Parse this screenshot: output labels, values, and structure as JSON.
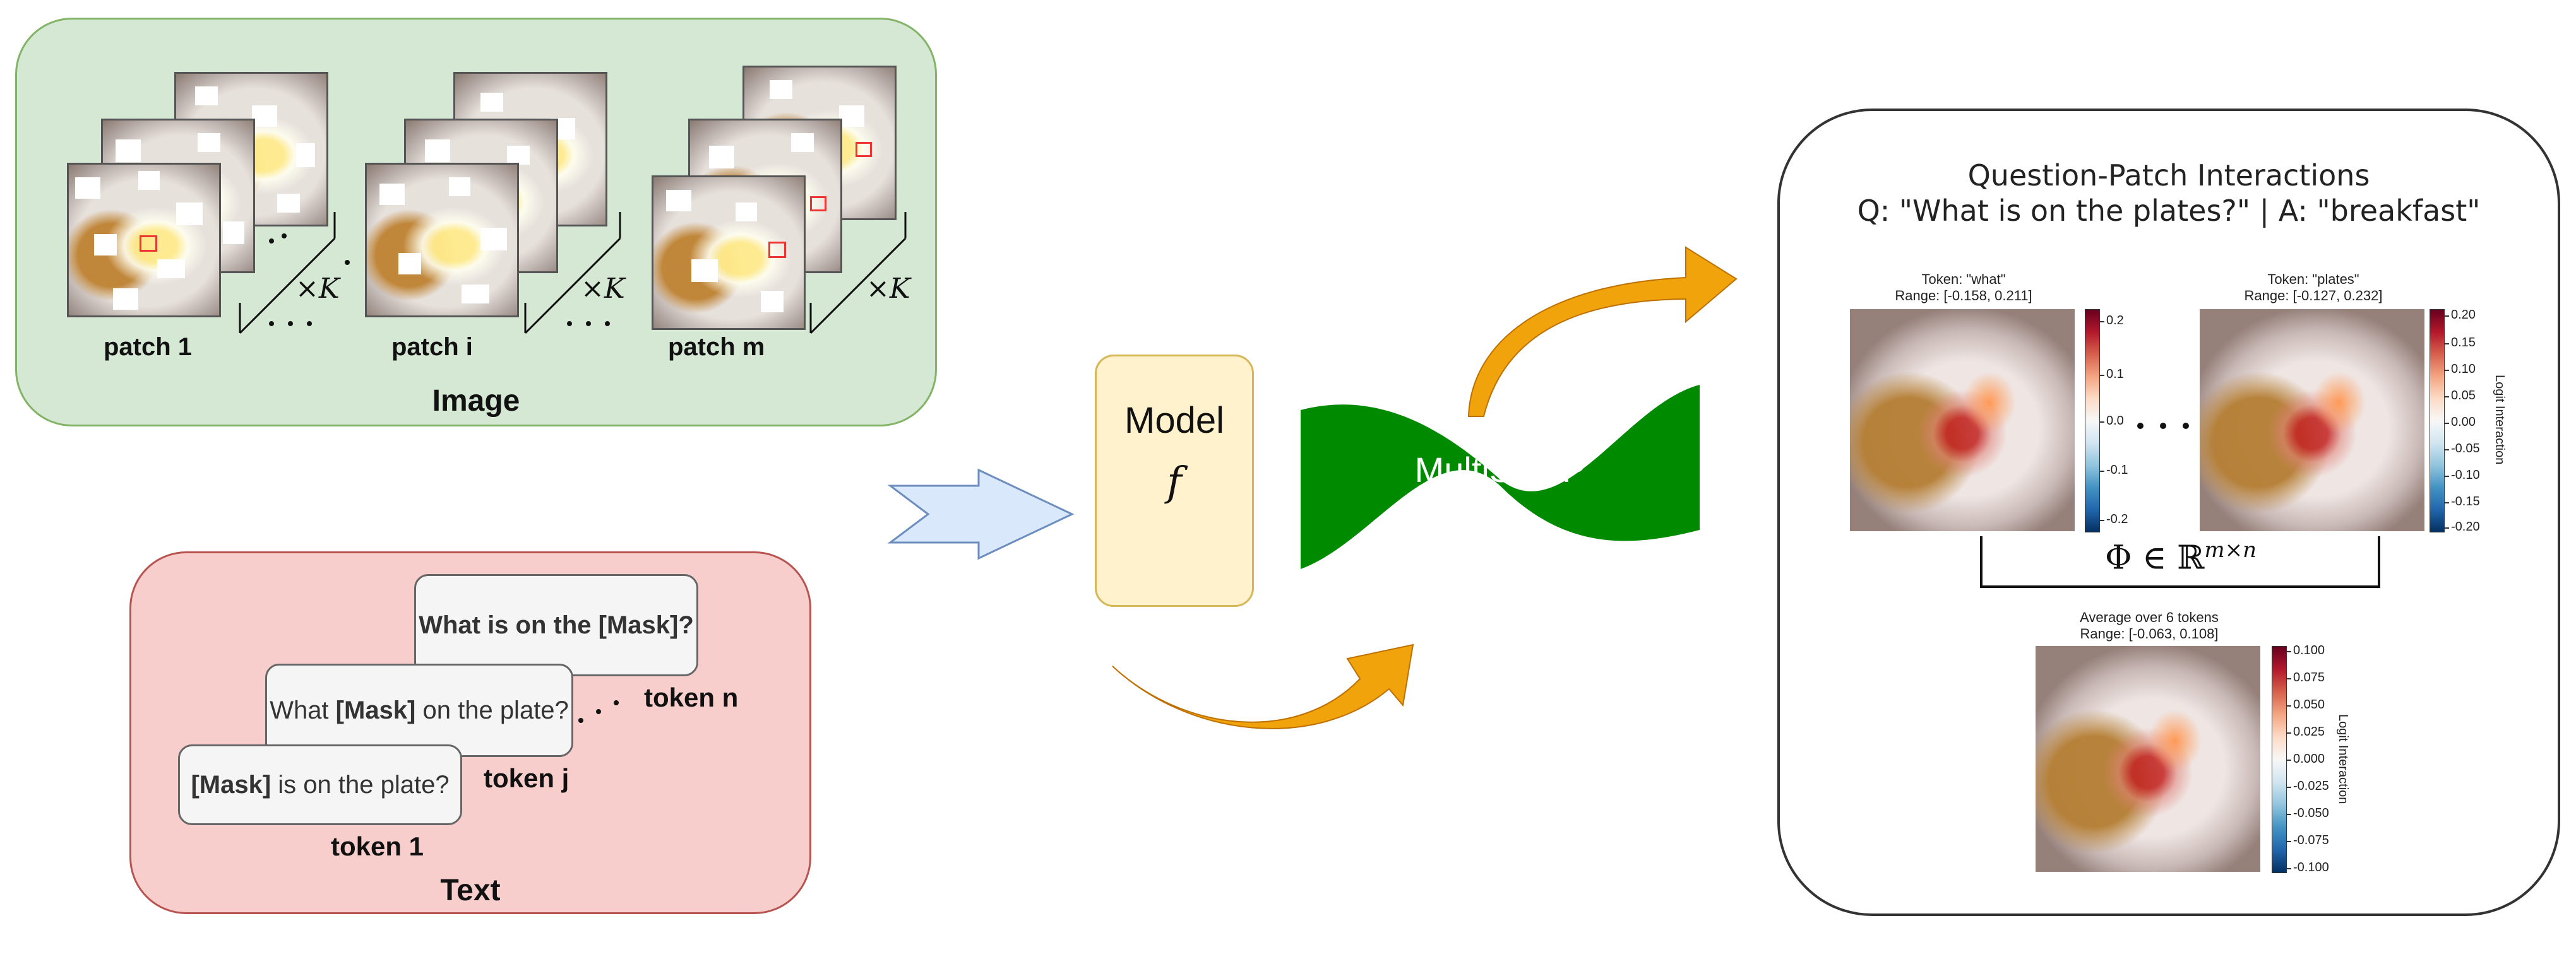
{
  "image_panel": {
    "title": "Image",
    "patches": [
      {
        "label": "patch 1"
      },
      {
        "label": "patch i"
      },
      {
        "label": "patch m"
      }
    ],
    "times_k": "×K"
  },
  "text_panel": {
    "title": "Text",
    "cards": [
      {
        "pre": "",
        "mask": "[Mask]",
        "post": " is on the plate?"
      },
      {
        "pre": "What ",
        "mask": "[Mask]",
        "post": " on the plate?"
      },
      {
        "pre": "What is on the ",
        "mask": "[Mask]",
        "post": "?"
      }
    ],
    "token_labels": [
      "token 1",
      "token j",
      "token n"
    ]
  },
  "model": {
    "title": "Model",
    "symbol": "f"
  },
  "multishap": {
    "label": "MultiSHAP"
  },
  "results": {
    "title_line1": "Question-Patch Interactions",
    "title_line2": "Q: \"What is on the plates?\" | A: \"breakfast\"",
    "maps": [
      {
        "token": "Token: \"what\"",
        "range": "Range: [-0.158, 0.211]",
        "ticks": [
          "0.2",
          "0.1",
          "0.0",
          "-0.1",
          "-0.2"
        ]
      },
      {
        "token": "Token: \"plates\"",
        "range": "Range: [-0.127, 0.232]",
        "ticks": [
          "0.20",
          "0.15",
          "0.10",
          "0.05",
          "0.00",
          "-0.05",
          "-0.10",
          "-0.15",
          "-0.20"
        ],
        "cbar_label": "Logit Interaction"
      }
    ],
    "phi": "Φ ∈ ℝ",
    "phi_sup": "m×n",
    "average": {
      "title": "Average over 6 tokens",
      "range": "Range: [-0.063, 0.108]",
      "ticks": [
        "0.100",
        "0.075",
        "0.050",
        "0.025",
        "0.000",
        "-0.025",
        "-0.050",
        "-0.075",
        "-0.100"
      ],
      "cbar_label": "Logit Interaction"
    }
  },
  "colors": {
    "image_bg": "#d5e8d4",
    "text_bg": "#f8cecc",
    "model_bg": "#fff2cc",
    "multishap_green": "#008a00",
    "arrow_orange": "#f0a30a",
    "input_arrow_blue": "#dae8fc"
  }
}
